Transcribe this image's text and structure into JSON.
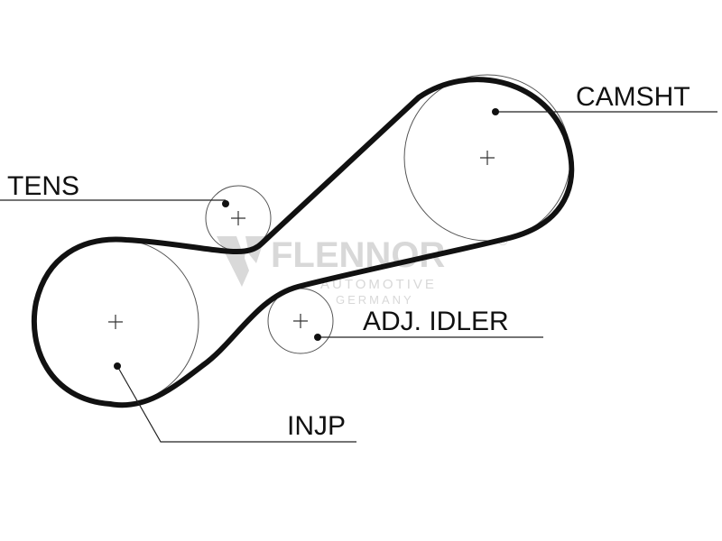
{
  "diagram": {
    "labels": {
      "camshaft": "CAMSHT",
      "tensioner": "TENS",
      "adjustable_idler": "ADJ. IDLER",
      "injection_pump": "INJP"
    },
    "watermark": {
      "brand": "FLENNOR",
      "registered": "®",
      "line1": "AUTOMOTIVE",
      "line2": "GERMANY"
    },
    "colors": {
      "belt": "#111111",
      "pulley_outline": "#555555",
      "watermark": "#d8d8d8"
    }
  }
}
